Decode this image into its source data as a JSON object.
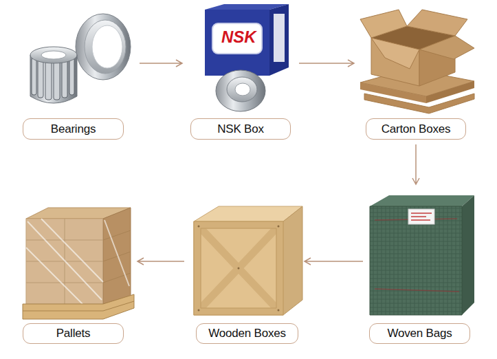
{
  "diagram": {
    "nodes": [
      {
        "text": [
          "Bearings"
        ]
      },
      {
        "text": [
          "NSK Box"
        ]
      },
      {
        "text": [
          "Carton Boxes"
        ]
      },
      {
        "text": [
          "Woven Bags"
        ]
      },
      {
        "text": [
          "Wooden Boxes"
        ]
      },
      {
        "text": [
          "Pallets"
        ]
      }
    ],
    "edges": [
      {
        "from": 0,
        "to": 1,
        "arrow": "to"
      },
      {
        "from": 1,
        "to": 2,
        "arrow": "to"
      },
      {
        "from": 2,
        "to": 3,
        "arrow": "to"
      },
      {
        "from": 3,
        "to": 4,
        "arrow": "to"
      },
      {
        "from": 4,
        "to": 5,
        "arrow": "to"
      }
    ],
    "labels": [
      "NSK"
    ]
  }
}
